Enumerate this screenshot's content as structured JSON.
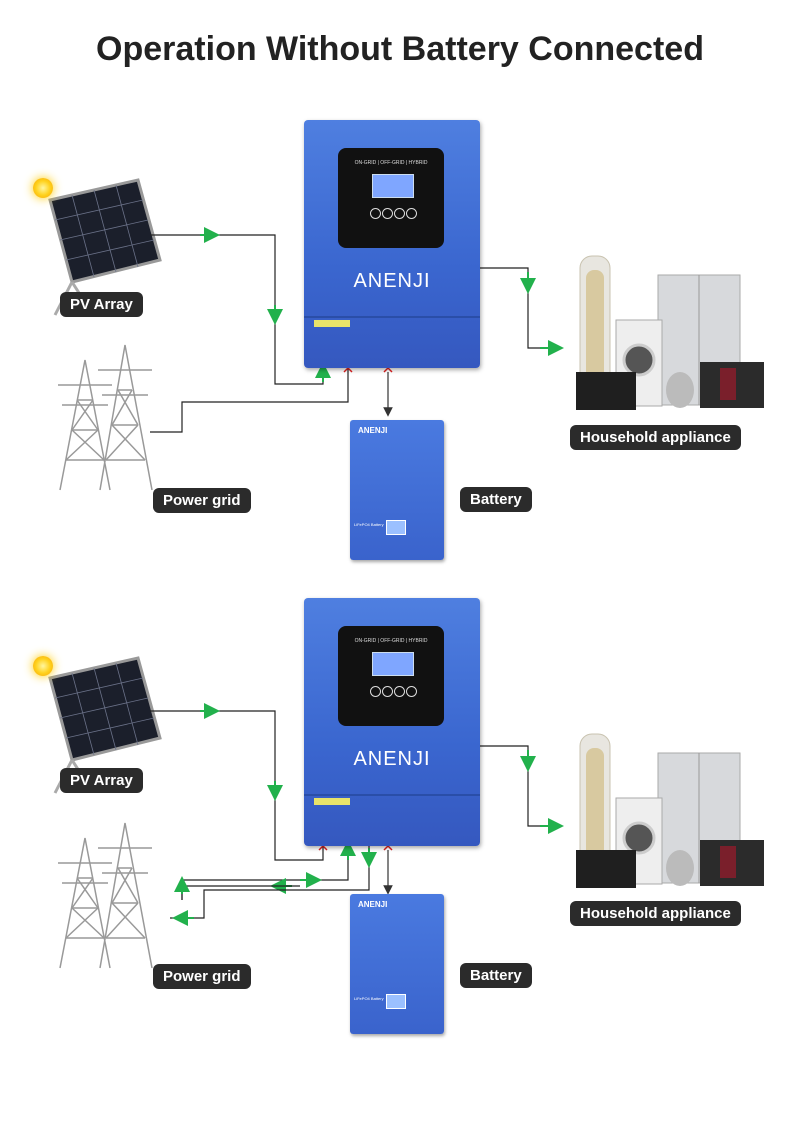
{
  "title": "Operation Without Battery Connected",
  "colors": {
    "arrow": "#22b14c",
    "cross": "#e02020",
    "wire": "#222222",
    "inverter": "#3f6fd8",
    "badge": "#2b2b2b"
  },
  "panels": [
    {
      "pv_label": "PV Array",
      "grid_label": "Power grid",
      "battery_label": "Battery",
      "appliance_label": "Household appliance",
      "inverter_brand": "ANENJI",
      "inverter_modes": "ON-GRID | OFF-GRID | HYBRID",
      "battery_brand": "ANENJI",
      "battery_text": "LiFePO4 Battery",
      "grid_flow": "import only"
    },
    {
      "pv_label": "PV Array",
      "grid_label": "Power grid",
      "battery_label": "Battery",
      "appliance_label": "Household appliance",
      "inverter_brand": "ANENJI",
      "inverter_modes": "ON-GRID | OFF-GRID | HYBRID",
      "battery_brand": "ANENJI",
      "battery_text": "LiFePO4 Battery",
      "grid_flow": "import and export"
    }
  ]
}
